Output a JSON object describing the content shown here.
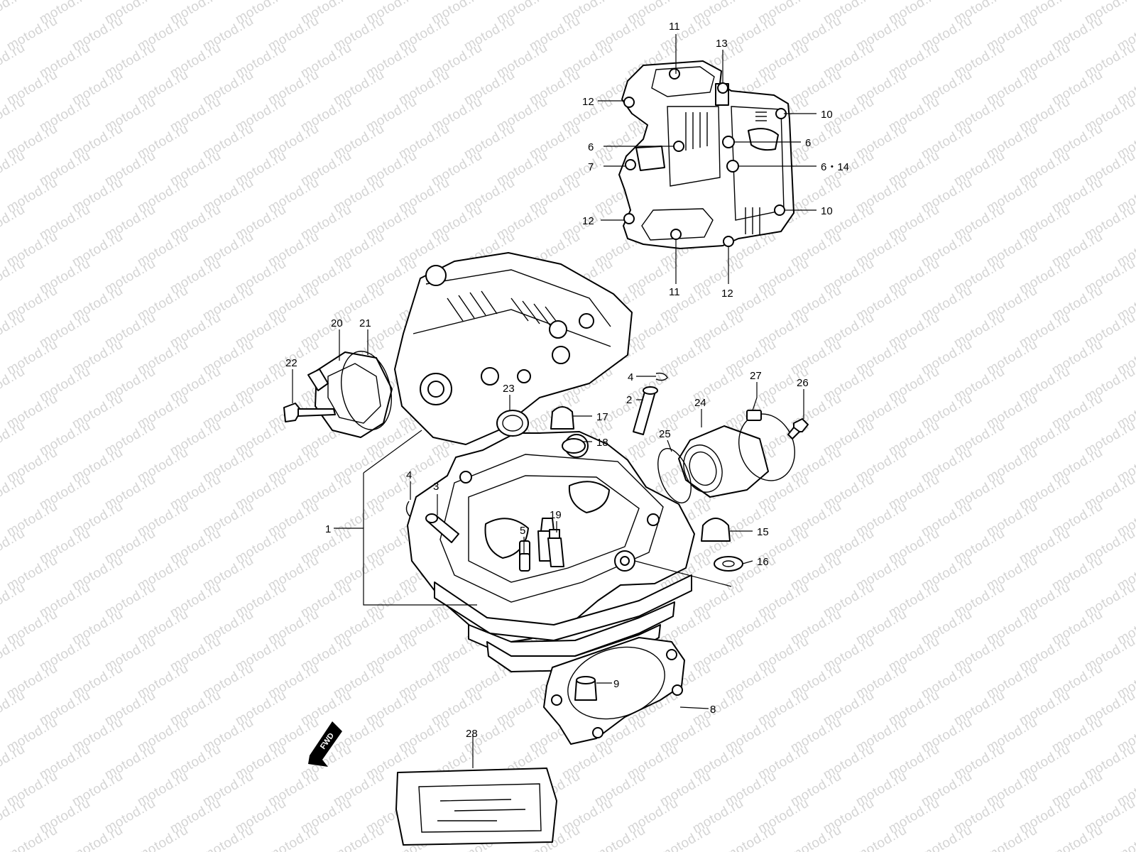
{
  "watermark": {
    "text": "motod.ru",
    "color": "#d4d4d4"
  },
  "diagram": {
    "callouts": [
      {
        "id": "c-11-top",
        "text": "11"
      },
      {
        "id": "c-13",
        "text": "13"
      },
      {
        "id": "c-12-a",
        "text": "12"
      },
      {
        "id": "c-10-a",
        "text": "10"
      },
      {
        "id": "c-6-a",
        "text": "6"
      },
      {
        "id": "c-6-b",
        "text": "6"
      },
      {
        "id": "c-7",
        "text": "7"
      },
      {
        "id": "c-6-14",
        "text": "6・14"
      },
      {
        "id": "c-12-b",
        "text": "12"
      },
      {
        "id": "c-10-b",
        "text": "10"
      },
      {
        "id": "c-11-bottom",
        "text": "11"
      },
      {
        "id": "c-12-c",
        "text": "12"
      },
      {
        "id": "c-20",
        "text": "20"
      },
      {
        "id": "c-21",
        "text": "21"
      },
      {
        "id": "c-22",
        "text": "22"
      },
      {
        "id": "c-23",
        "text": "23"
      },
      {
        "id": "c-4-a",
        "text": "4"
      },
      {
        "id": "c-2",
        "text": "2"
      },
      {
        "id": "c-17",
        "text": "17"
      },
      {
        "id": "c-18",
        "text": "18"
      },
      {
        "id": "c-27",
        "text": "27"
      },
      {
        "id": "c-26",
        "text": "26"
      },
      {
        "id": "c-24",
        "text": "24"
      },
      {
        "id": "c-25",
        "text": "25"
      },
      {
        "id": "c-4-b",
        "text": "4"
      },
      {
        "id": "c-3",
        "text": "3"
      },
      {
        "id": "c-1",
        "text": "1"
      },
      {
        "id": "c-19",
        "text": "19"
      },
      {
        "id": "c-5",
        "text": "5"
      },
      {
        "id": "c-15",
        "text": "15"
      },
      {
        "id": "c-16",
        "text": "16"
      },
      {
        "id": "c-9",
        "text": "9"
      },
      {
        "id": "c-8",
        "text": "8"
      },
      {
        "id": "c-28",
        "text": "28"
      }
    ],
    "fwd_label": "FWD"
  }
}
